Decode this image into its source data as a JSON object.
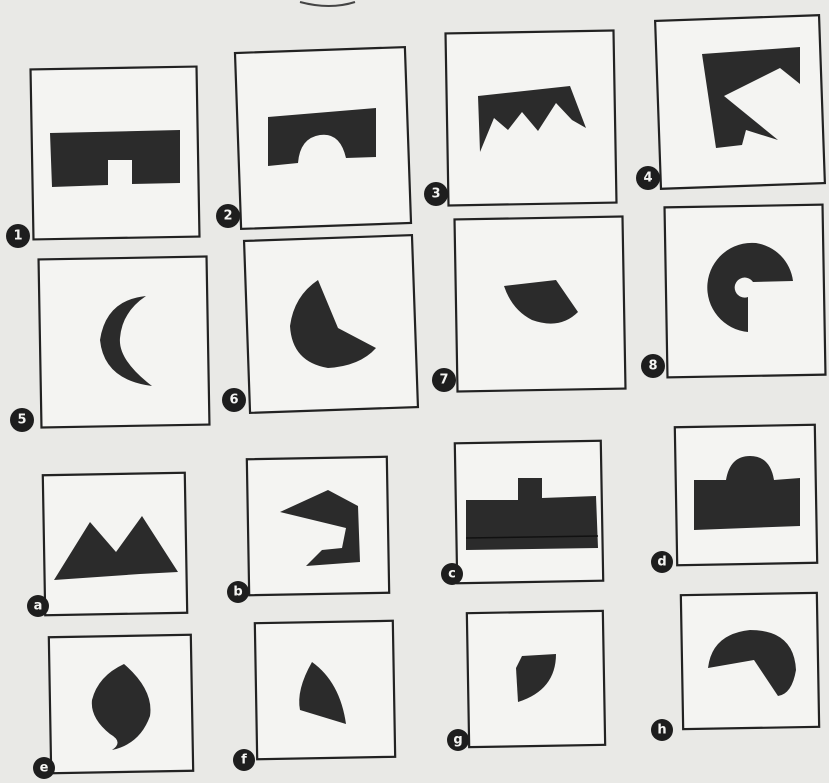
{
  "puzzle": {
    "question_figures": [
      {
        "label": "1",
        "shape_icon": "rectangle-with-notch-icon"
      },
      {
        "label": "2",
        "shape_icon": "rectangle-with-arch-icon"
      },
      {
        "label": "3",
        "shape_icon": "zigzag-crown-icon"
      },
      {
        "label": "4",
        "shape_icon": "arrow-notch-icon"
      },
      {
        "label": "5",
        "shape_icon": "crescent-icon"
      },
      {
        "label": "6",
        "shape_icon": "circle-sector-icon"
      },
      {
        "label": "7",
        "shape_icon": "small-segment-icon"
      },
      {
        "label": "8",
        "shape_icon": "ring-gap-icon"
      }
    ],
    "answer_figures": [
      {
        "label": "a",
        "shape_icon": "twin-peaks-icon"
      },
      {
        "label": "b",
        "shape_icon": "polygon-piece-icon"
      },
      {
        "label": "c",
        "shape_icon": "t-block-icon"
      },
      {
        "label": "d",
        "shape_icon": "dome-block-icon"
      },
      {
        "label": "e",
        "shape_icon": "lens-icon"
      },
      {
        "label": "f",
        "shape_icon": "curved-wedge-icon"
      },
      {
        "label": "g",
        "shape_icon": "quarter-piece-icon"
      },
      {
        "label": "h",
        "shape_icon": "pacman-icon"
      }
    ]
  }
}
